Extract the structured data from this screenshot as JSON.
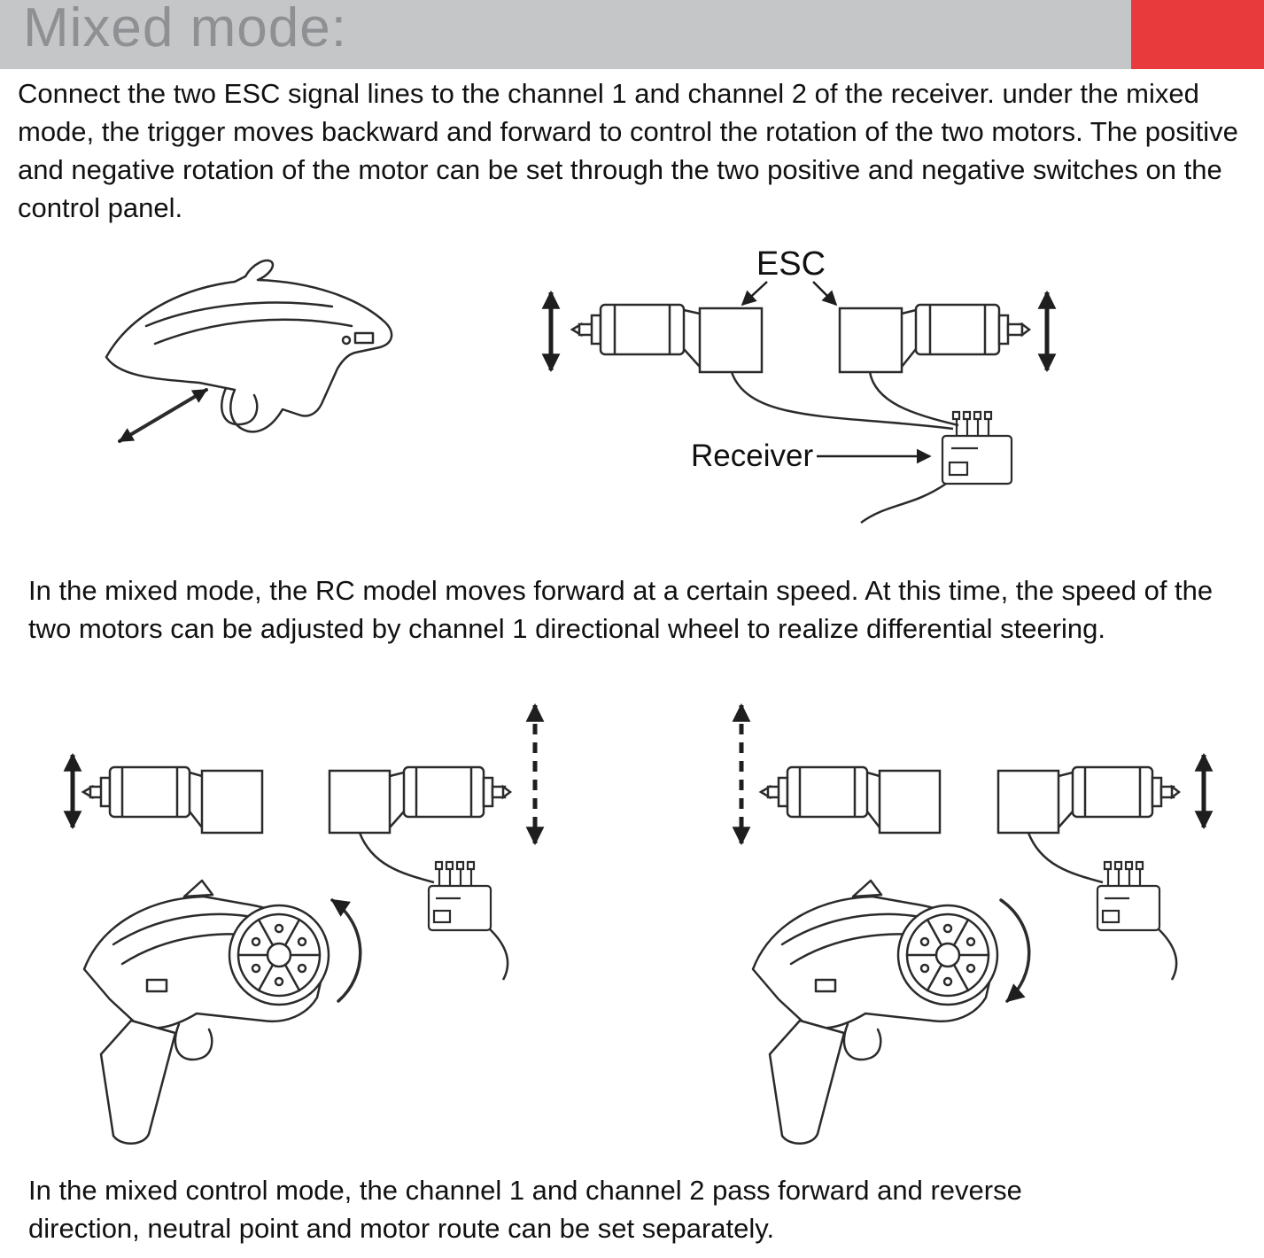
{
  "header": {
    "title": "Mixed mode:",
    "bar_color": "#c5c6c7",
    "title_color": "#8e9093",
    "accent_color": "#e8393c"
  },
  "paragraphs": {
    "p1": "Connect the two ESC signal lines to the channel 1 and channel 2 of the receiver. under the mixed mode, the trigger moves backward and forward to control the rotation of the two motors. The positive and negative rotation of the motor can be set through the two positive and negative switches on the control panel.",
    "p2": "In the mixed mode, the RC model moves forward at a certain speed. At this time, the speed of the two motors can be adjusted by channel 1 directional wheel to realize differential steering.",
    "p3": "In the mixed control mode, the channel 1 and channel 2 pass forward and reverse direction, neutral point and motor route can be set separately."
  },
  "labels": {
    "esc": "ESC",
    "receiver": "Receiver"
  }
}
